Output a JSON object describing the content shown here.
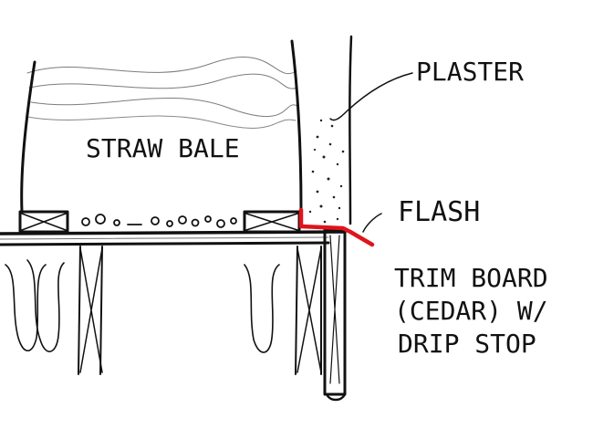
{
  "labels": {
    "bale": "STRAW BALE",
    "plaster": "PLASTER",
    "flash": "FLASH",
    "trim_line1": "TRIM BOARD",
    "trim_line2": "(CEDAR) W/",
    "trim_line3": "DRIP STOP"
  },
  "colors": {
    "ink": "#111111",
    "flashing": "#e0141b",
    "background": "#ffffff"
  }
}
